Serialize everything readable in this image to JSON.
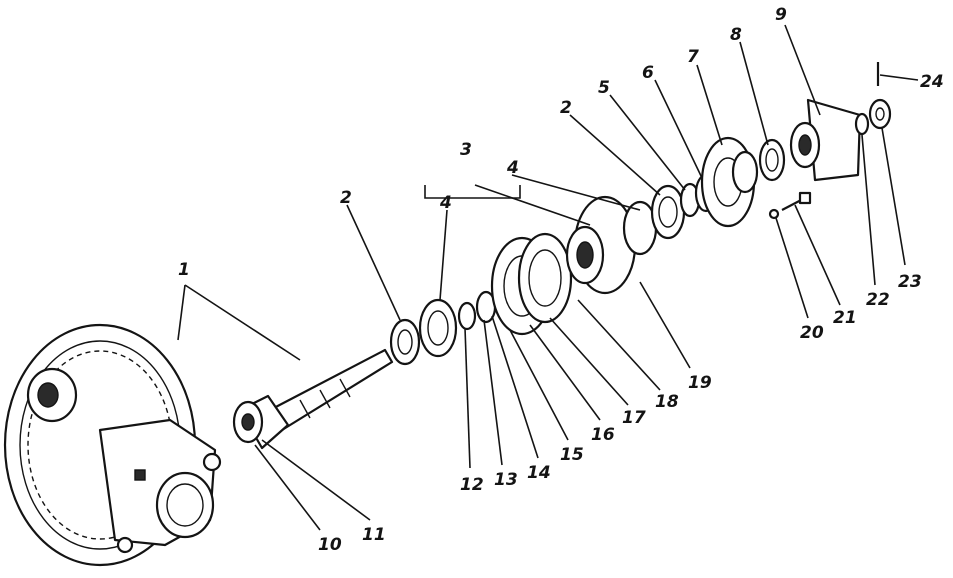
{
  "labels": {
    "l1": "1",
    "l2a": "2",
    "l2b": "2",
    "l3": "3",
    "l4a": "4",
    "l4b": "4",
    "l5": "5",
    "l6": "6",
    "l7": "7",
    "l8": "8",
    "l9": "9",
    "l10": "10",
    "l11": "11",
    "l12": "12",
    "l13": "13",
    "l14": "14",
    "l15": "15",
    "l16": "16",
    "l17": "17",
    "l18": "18",
    "l19": "19",
    "l20": "20",
    "l21": "21",
    "l22": "22",
    "l23": "23",
    "l24": "24"
  }
}
